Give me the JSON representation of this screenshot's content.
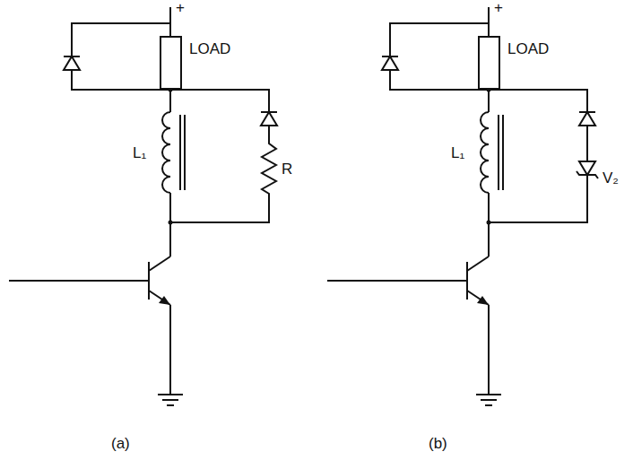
{
  "diagram": {
    "nodes": [
      {
        "text": [
          "LOAD"
        ]
      },
      {
        "text": [
          "LOAD"
        ]
      }
    ],
    "labels": [
      "+",
      "L₁",
      "R",
      "(a)",
      "+",
      "L₁",
      "V₂",
      "(b)"
    ]
  }
}
